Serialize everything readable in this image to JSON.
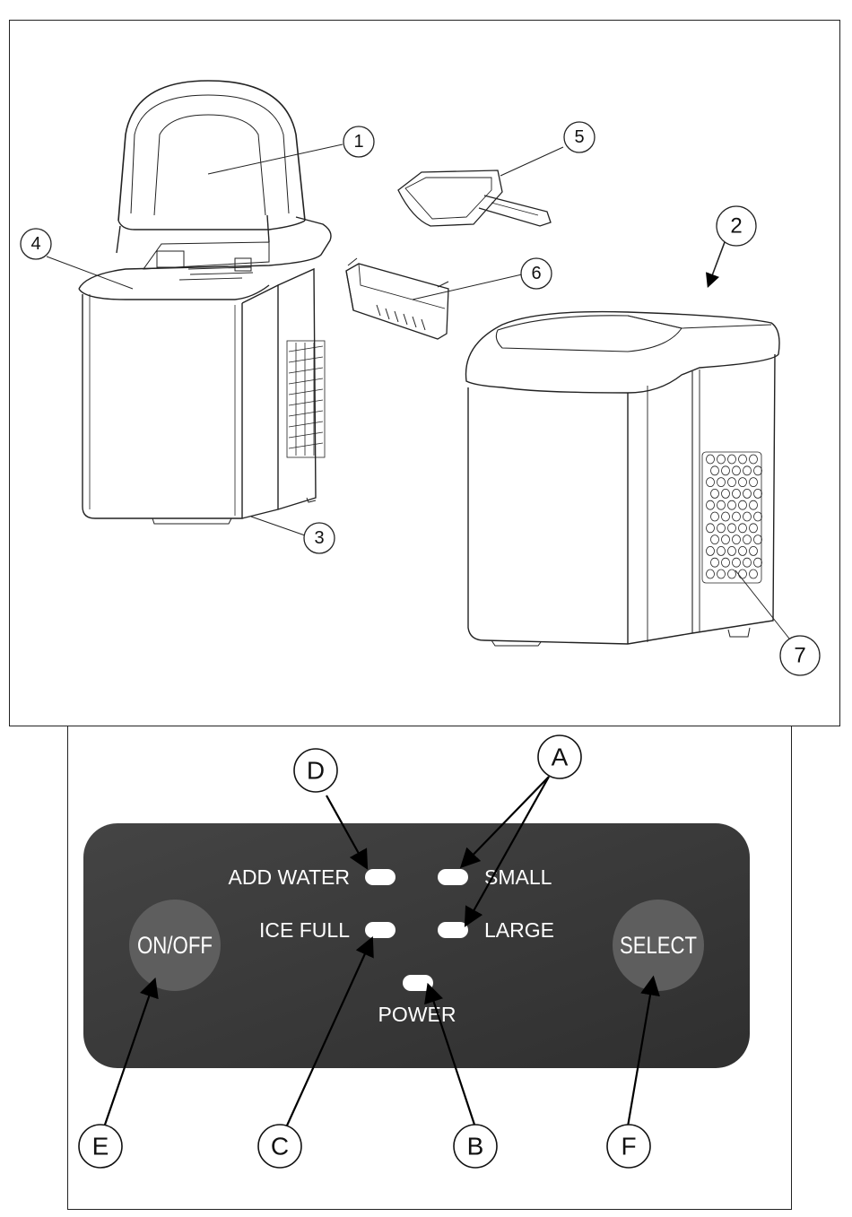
{
  "exploded_view": {
    "callouts": [
      "1",
      "2",
      "3",
      "4",
      "5",
      "6",
      "7"
    ]
  },
  "control_panel": {
    "callouts": [
      "A",
      "B",
      "C",
      "D",
      "E",
      "F"
    ],
    "buttons": {
      "on_off": "ON/OFF",
      "select": "SELECT"
    },
    "indicators": {
      "add_water": "ADD WATER",
      "ice_full": "ICE FULL",
      "small": "SMALL",
      "large": "LARGE",
      "power": "POWER"
    },
    "colors": {
      "panel": "#3a3a3a",
      "button": "#5e5e5e",
      "led": "#ffffff"
    }
  }
}
